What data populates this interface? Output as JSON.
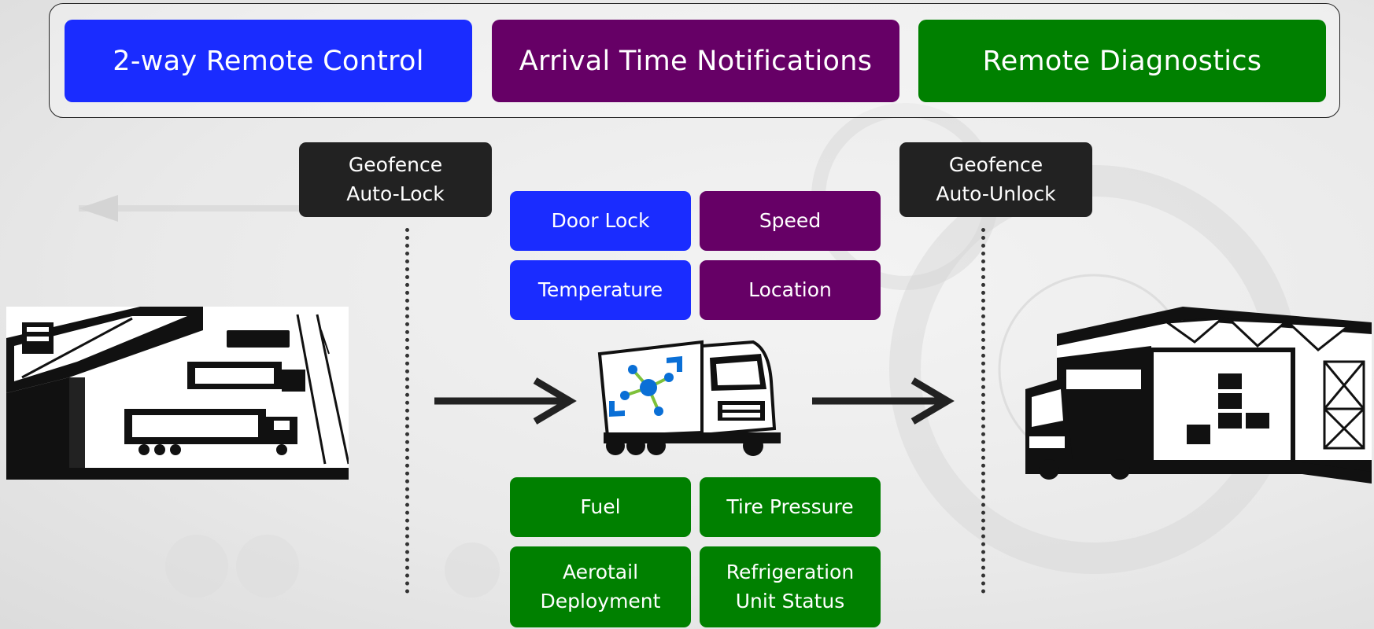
{
  "colors": {
    "blue": "#1a2cff",
    "purple": "#660066",
    "green": "#008000",
    "dark": "#222222"
  },
  "categories": [
    {
      "label": "2-way Remote Control",
      "color": "#1a2cff"
    },
    {
      "label": "Arrival Time Notifications",
      "color": "#660066"
    },
    {
      "label": "Remote Diagnostics",
      "color": "#008000"
    }
  ],
  "geofence": {
    "lock": "Geofence\nAuto-Lock",
    "unlock": "Geofence\nAuto-Unlock"
  },
  "features_top": [
    {
      "label": "Door Lock",
      "color": "#1a2cff"
    },
    {
      "label": "Speed",
      "color": "#660066"
    },
    {
      "label": "Temperature",
      "color": "#1a2cff"
    },
    {
      "label": "Location",
      "color": "#660066"
    }
  ],
  "features_bottom": [
    {
      "label": "Fuel",
      "color": "#008000"
    },
    {
      "label": "Tire Pressure",
      "color": "#008000"
    },
    {
      "label": "Aerotail\nDeployment",
      "color": "#008000"
    },
    {
      "label": "Refrigeration\nUnit Status",
      "color": "#008000"
    }
  ],
  "icons": {
    "origin": "warehouse-with-trucks-icon",
    "truck": "connected-truck-icon",
    "destination": "loading-dock-icon"
  }
}
